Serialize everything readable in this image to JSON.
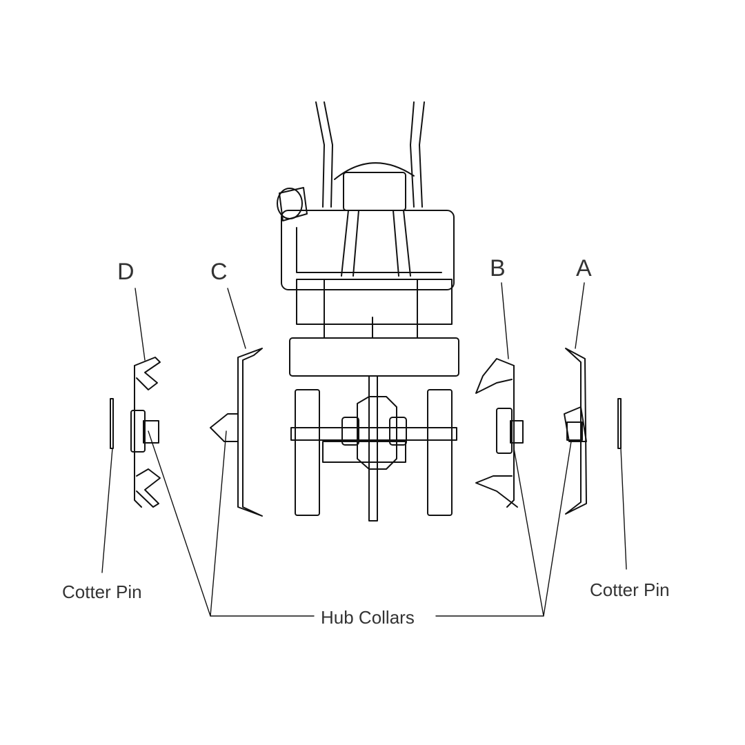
{
  "labels": {
    "tine_d": "D",
    "tine_c": "C",
    "tine_b": "B",
    "tine_a": "A",
    "cotter_pin_left": "Cotter Pin",
    "cotter_pin_right": "Cotter Pin",
    "hub_collars": "Hub Collars"
  }
}
